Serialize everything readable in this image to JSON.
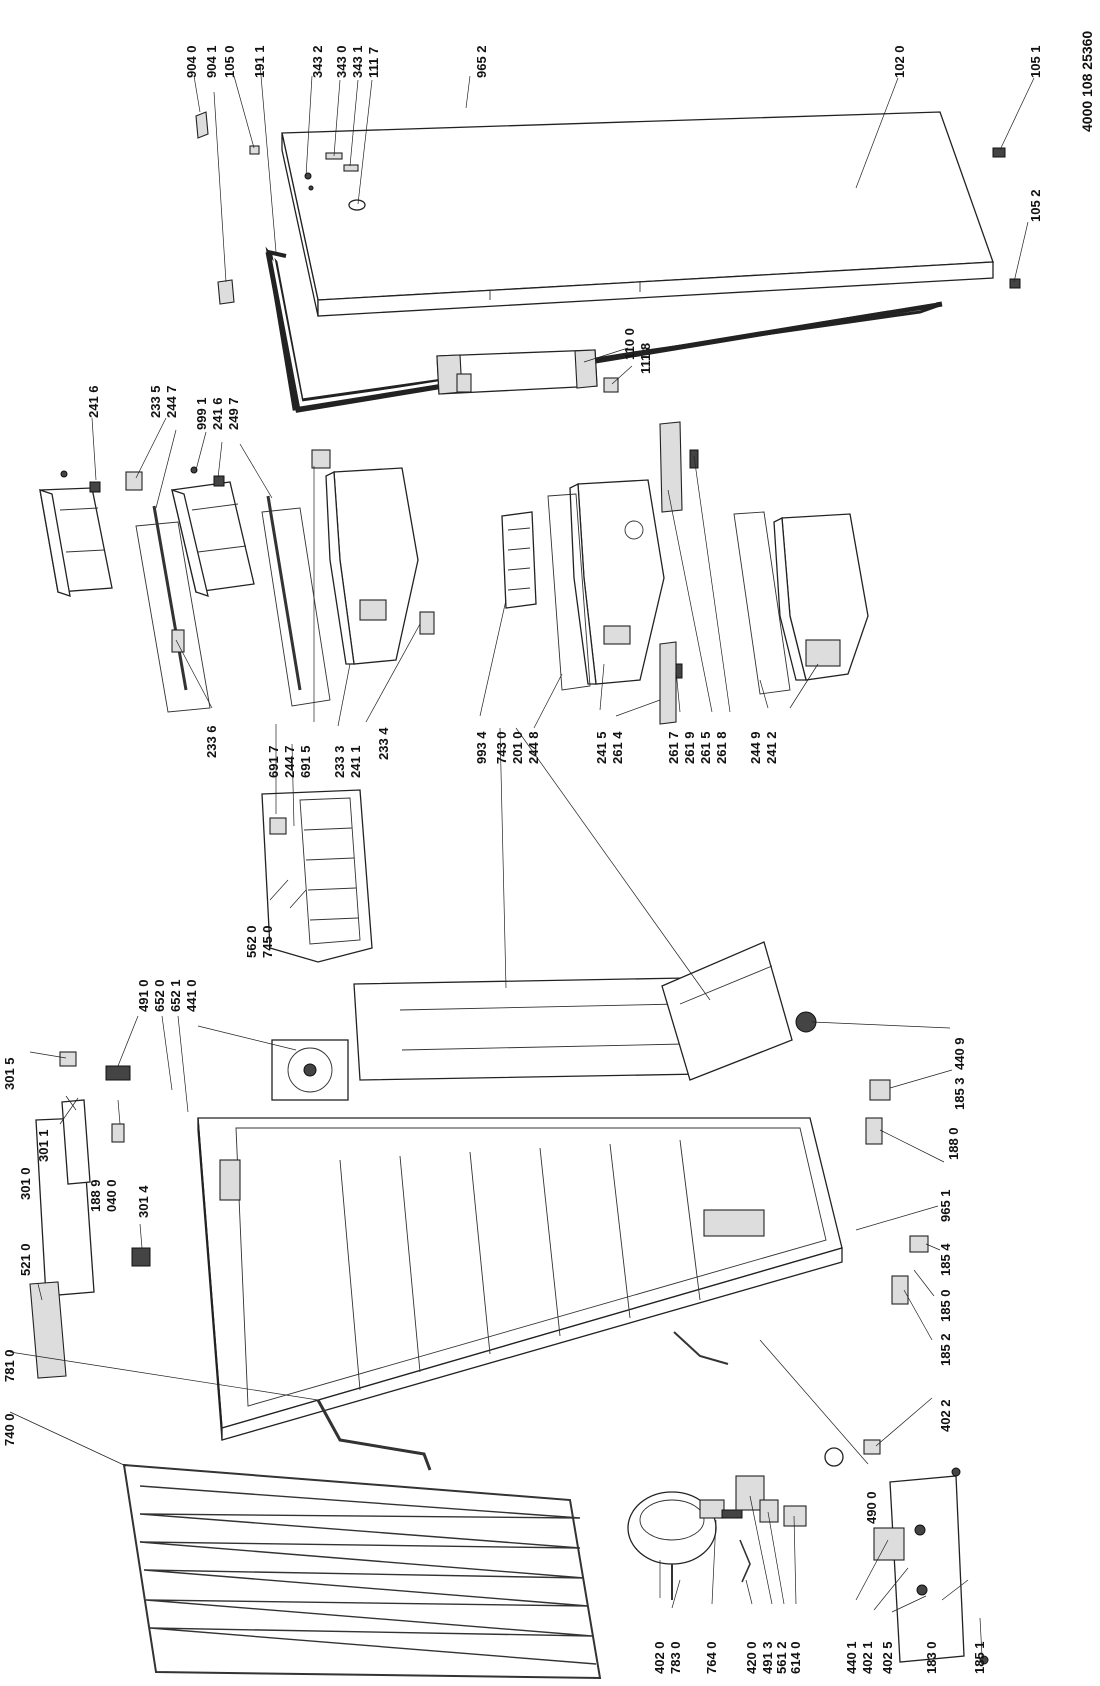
{
  "document_id": "4000 108 25360",
  "parts": {
    "p9040": "904 0",
    "p9041": "904 1",
    "p1050": "105 0",
    "p1911": "191 1",
    "p3432": "343 2",
    "p3430": "343 0",
    "p3431": "343 1",
    "p1117": "111 7",
    "p9652": "965 2",
    "p1020": "102 0",
    "p1051": "105 1",
    "p1052": "105 2",
    "p1100": "110 0",
    "p1118": "111 8",
    "p2416a": "241 6",
    "p2335": "233 5",
    "p2447": "244 7",
    "p9991": "999 1",
    "p2416b": "241 6",
    "p2497": "249 7",
    "p2336": "233 6",
    "p6917": "691 7",
    "p2447b": "244 7",
    "p6915": "691 5",
    "p2333": "233 3",
    "p2411": "241 1",
    "p2334": "233 4",
    "p9934": "993 4",
    "p7430": "743 0",
    "p2010": "201 0",
    "p2448": "244 8",
    "p2415": "241 5",
    "p2614": "261 4",
    "p2617": "261 7",
    "p2619": "261 9",
    "p2615": "261 5",
    "p2618": "261 8",
    "p2449": "244 9",
    "p2412": "241 2",
    "p5620": "562 0",
    "p7450": "745 0",
    "p4910": "491 0",
    "p6520": "652 0",
    "p6521": "652 1",
    "p4410": "441 0",
    "p3015": "301 5",
    "p3011": "301 1",
    "p3010": "301 0",
    "p1889": "188 9",
    "p0400": "040 0",
    "p3014": "301 4",
    "p5210": "521 0",
    "p7810": "781 0",
    "p7400": "740 0",
    "p4409": "440 9",
    "p1853": "185 3",
    "p1880": "188 0",
    "p9651": "965 1",
    "p1854": "185 4",
    "p1850": "185 0",
    "p1852": "185 2",
    "p4022": "402 2",
    "p4900": "490 0",
    "p4020": "402 0",
    "p7830": "783 0",
    "p7640": "764 0",
    "p4200": "420 0",
    "p4913": "491 3",
    "p5612": "561 2",
    "p6140": "614 0",
    "p4401": "440 1",
    "p4021": "402 1",
    "p4025": "402 5",
    "p1830": "183 0",
    "p1851": "185 1"
  }
}
